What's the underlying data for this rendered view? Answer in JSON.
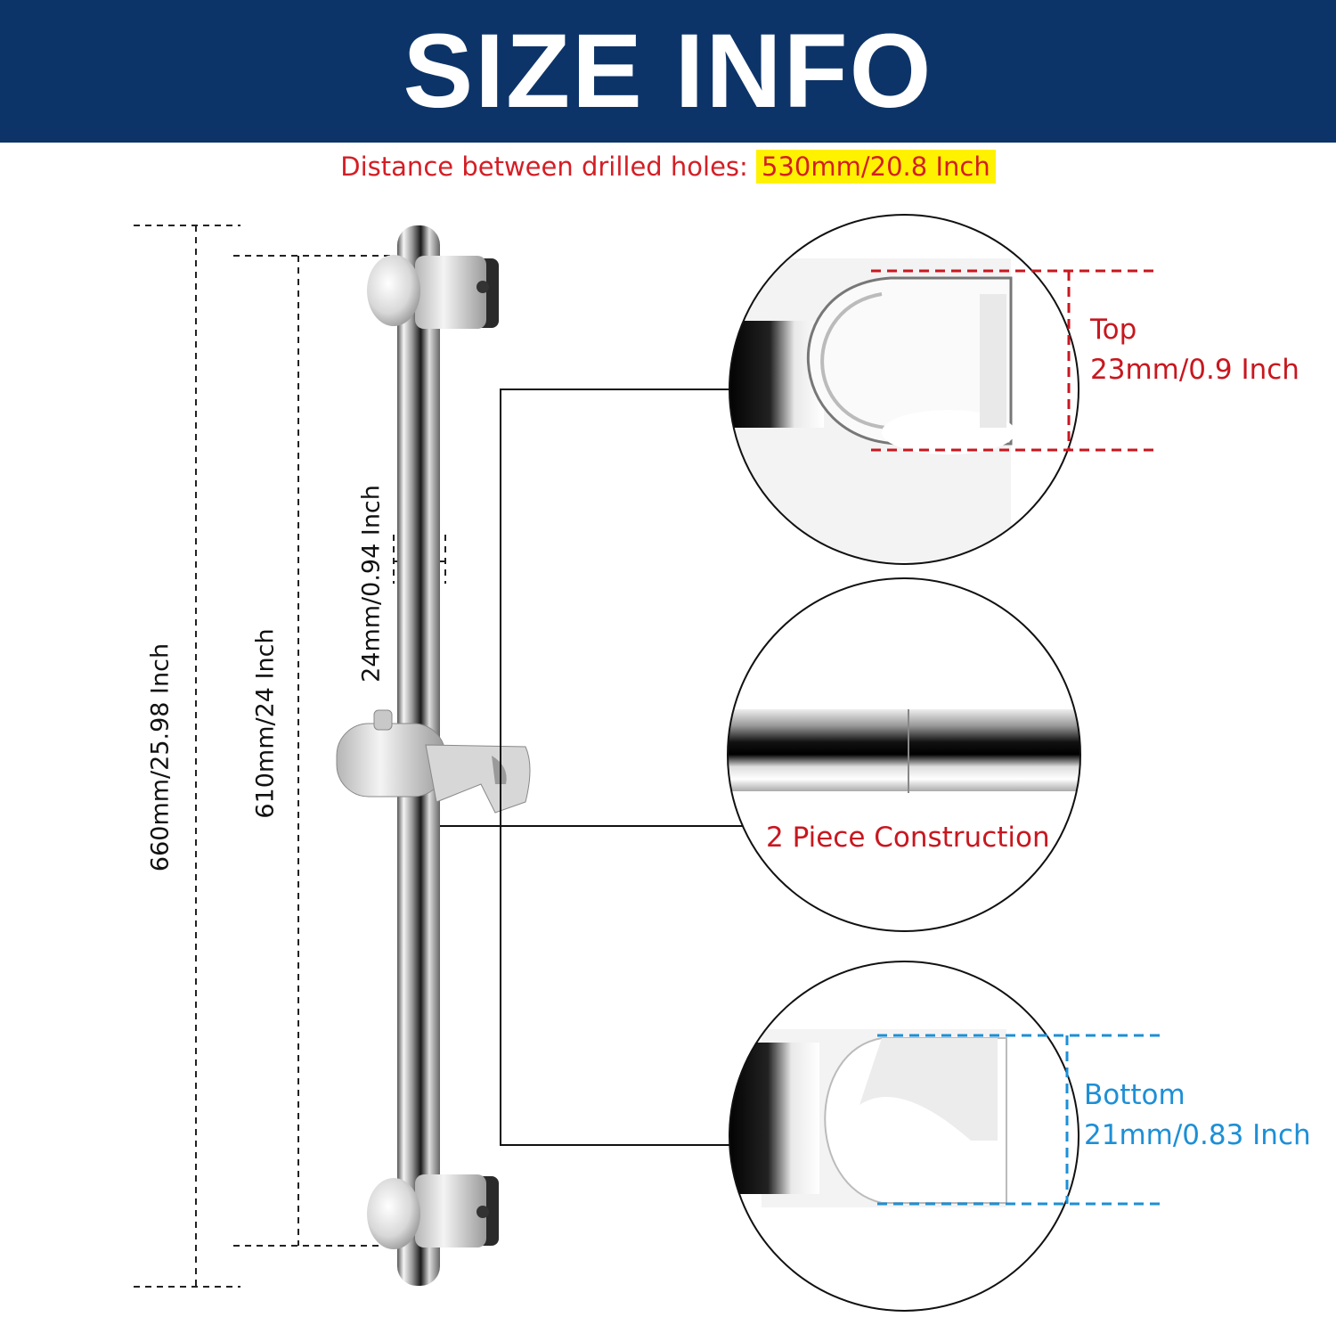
{
  "header": {
    "title": "SIZE INFO"
  },
  "subtitle": {
    "prefix": "Distance between drilled holes: ",
    "highlight": "530mm/20.8 Inch"
  },
  "dimensions": {
    "total_length": "660mm/25.98 Inch",
    "hole_span": "610mm/24 Inch",
    "bar_diameter": "24mm/0.94 Inch"
  },
  "callouts": {
    "top": {
      "title": "Top",
      "value": "23mm/0.9 Inch"
    },
    "middle": {
      "title": "2 Piece Construction"
    },
    "bottom": {
      "title": "Bottom",
      "value": "21mm/0.83 Inch"
    }
  },
  "colors": {
    "header_bg": "#0d3468",
    "accent_red": "#c8171f",
    "accent_blue": "#1d8fd6",
    "highlight": "#fff200"
  }
}
